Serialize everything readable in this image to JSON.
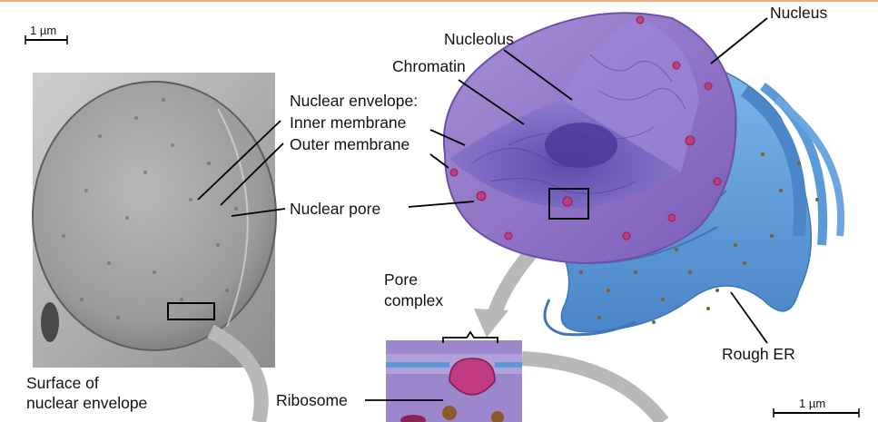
{
  "labels": {
    "scale_left": "1 µm",
    "scale_right": "1 µm",
    "nucleus": "Nucleus",
    "nucleolus": "Nucleolus",
    "chromatin": "Chromatin",
    "nuclear_envelope": "Nuclear envelope:",
    "inner_membrane": "Inner membrane",
    "outer_membrane": "Outer membrane",
    "nuclear_pore": "Nuclear pore",
    "pore_complex_1": "Pore",
    "pore_complex_2": "complex",
    "ribosome": "Ribosome",
    "rough_er": "Rough ER",
    "surface_1": "Surface of",
    "surface_2": "nuclear envelope"
  },
  "colors": {
    "nucleus_purple": "#8c6fc4",
    "chromatin": "#6a4fb0",
    "pore_pink": "#c23b7e",
    "er_blue": "#5b9ad8",
    "micrograph_gray": "#9a9a9a",
    "arrow_gray": "#b8b8b8",
    "ribosome_brown": "#8a5a2b"
  }
}
